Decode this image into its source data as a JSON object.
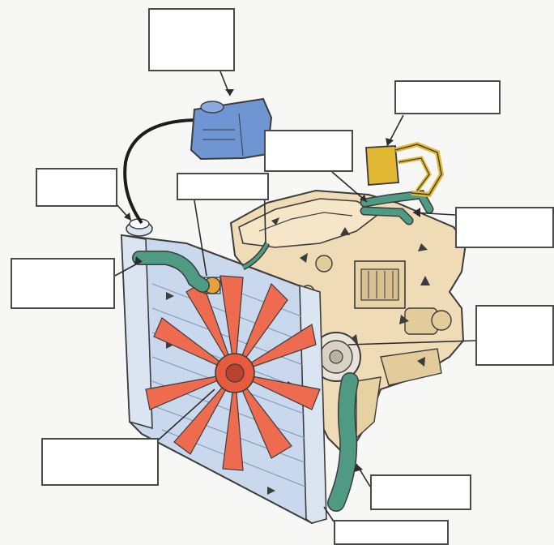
{
  "diagram": {
    "labels": [
      {
        "id": "coolant-reservoir-label",
        "text": ""
      },
      {
        "id": "thermostat-housing-label",
        "text": ""
      },
      {
        "id": "heater-core-label",
        "text": ""
      },
      {
        "id": "heater-hose-label",
        "text": ""
      },
      {
        "id": "radiator-cap-label",
        "text": ""
      },
      {
        "id": "bypass-hose-label",
        "text": ""
      },
      {
        "id": "upper-hose-label",
        "text": ""
      },
      {
        "id": "thermostat-label",
        "text": ""
      },
      {
        "id": "water-pump-label",
        "text": ""
      },
      {
        "id": "fan-label",
        "text": ""
      },
      {
        "id": "lower-hose-label",
        "text": ""
      },
      {
        "id": "radiator-label",
        "text": ""
      }
    ],
    "colors": {
      "reservoir": "#6f95d2",
      "heater_core": "#e2b733",
      "hose": "#4f9a82",
      "engine": "#efdcb6",
      "radiator": "#c9d8ec",
      "fan": "#ee6b50",
      "pump": "#f2cf2a",
      "outline": "#3c3c3c"
    }
  }
}
